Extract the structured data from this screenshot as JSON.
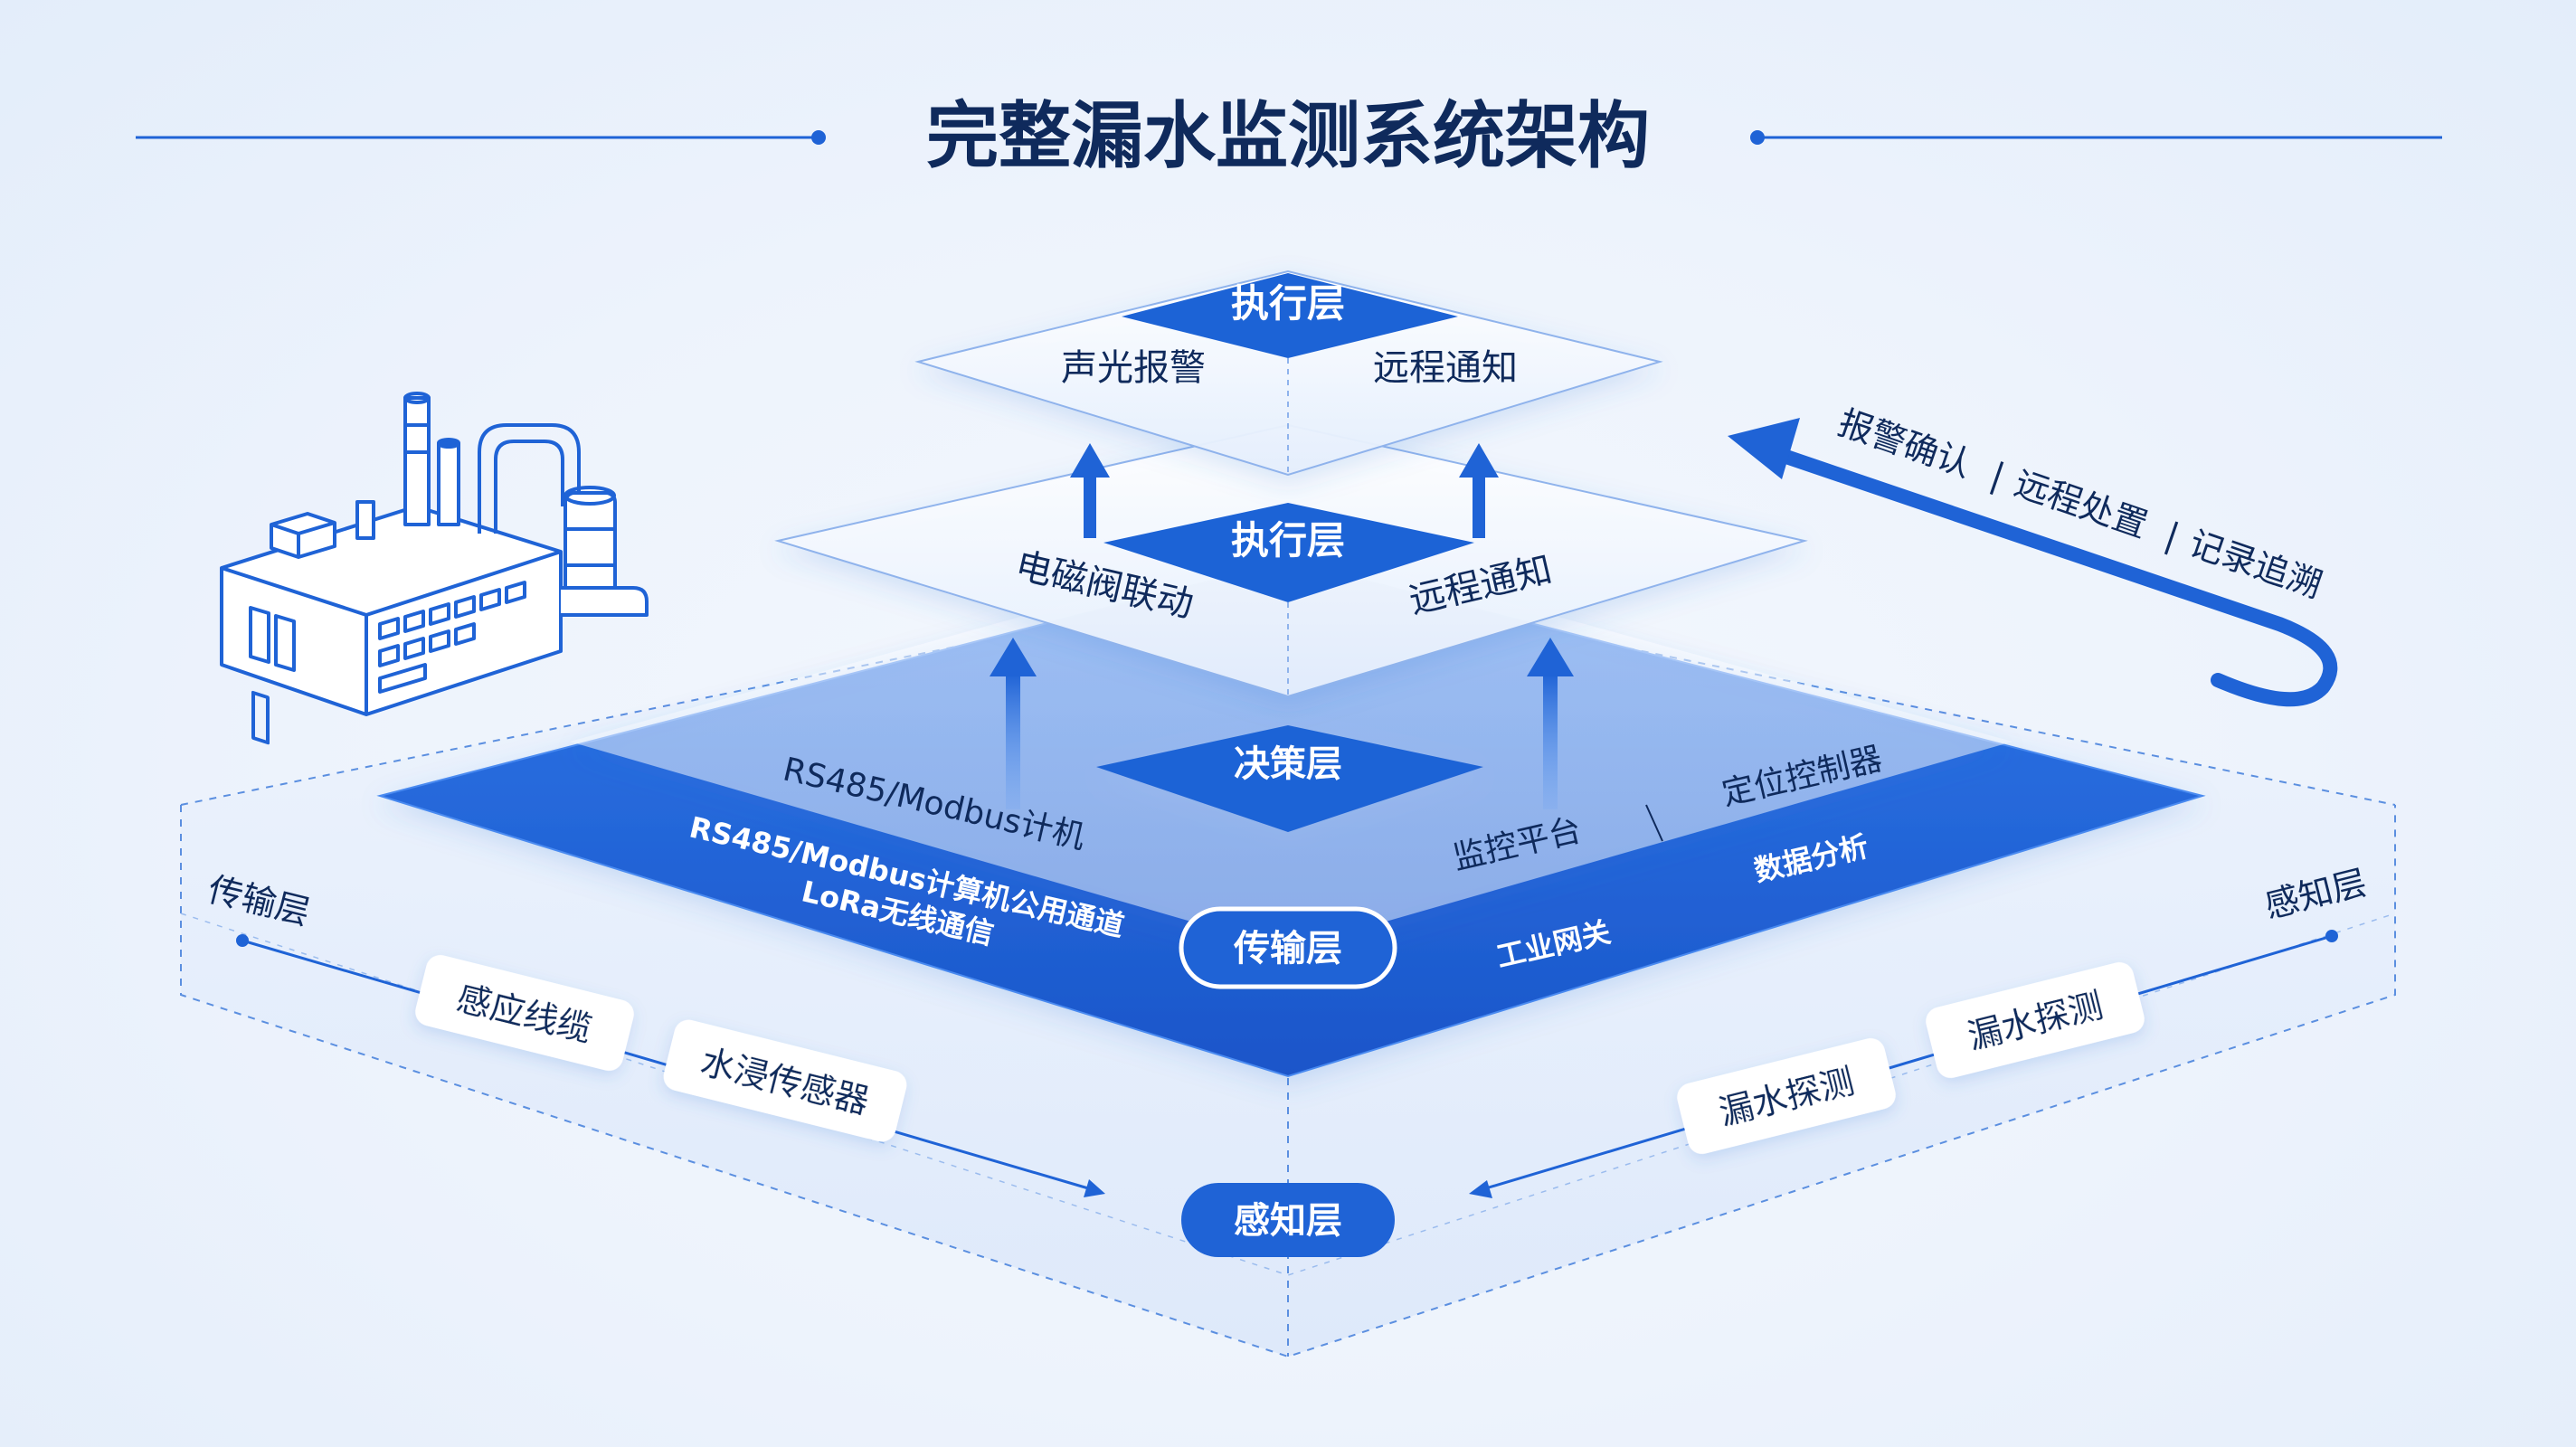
{
  "title": "完整漏水监测系统架构",
  "layers": {
    "top": {
      "name": "执行层",
      "left": "声光报警",
      "right": "远程通知"
    },
    "exec2": {
      "name": "执行层",
      "left": "电磁阀联动",
      "right": "远程通知"
    },
    "decision": {
      "name": "决策层",
      "left": "RS485/Modbus计机",
      "right1": "监控平台",
      "right2": "定位控制器"
    },
    "transport": {
      "name": "传输层",
      "left1": "RS485/Modbus计算机公用通道",
      "left2": "LoRa无线通信",
      "right1": "工业网关",
      "right2": "数据分析"
    },
    "perception": {
      "name": "感知层"
    }
  },
  "side": {
    "left_label": "传输层",
    "right_label": "感知层",
    "chips_left": [
      "感应线缆",
      "水浸传感器"
    ],
    "chips_right": [
      "漏水探测",
      "漏水探测"
    ]
  },
  "feedback": [
    "报警确认",
    "远程处置",
    "记录追溯"
  ],
  "colors": {
    "primary": "#1f63d6",
    "dark": "#0f2a5c",
    "light": "#dbe8fb"
  }
}
